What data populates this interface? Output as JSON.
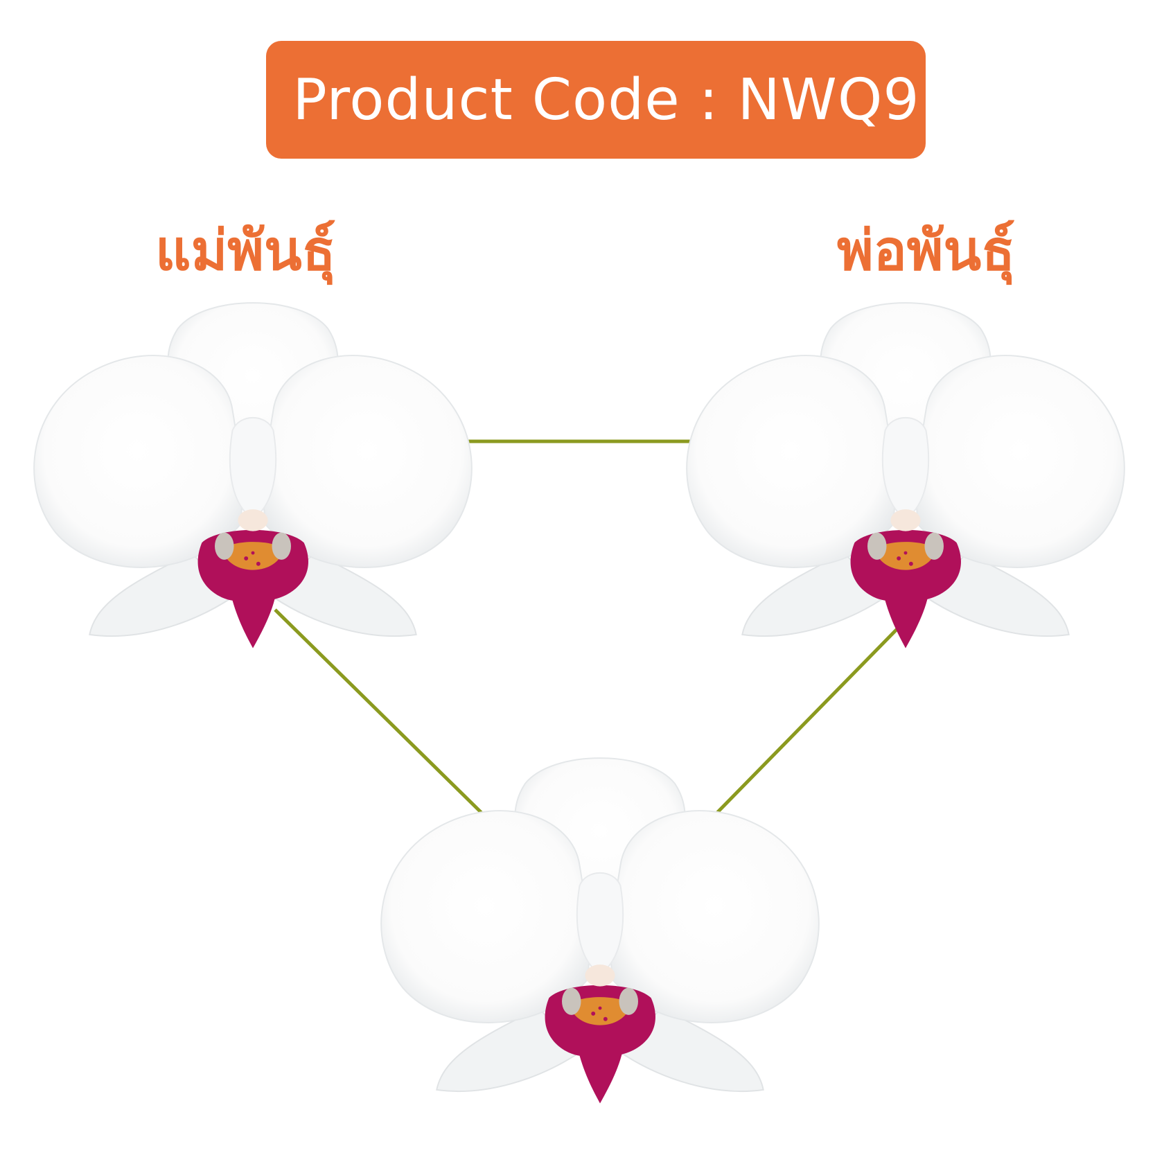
{
  "banner": {
    "text": "Product Code : NWQ9"
  },
  "labels": {
    "mother": "แม่พันธุ์",
    "father": "พ่อพันธุ์"
  },
  "colors": {
    "accent": "#EC6F34",
    "connector": "#8B9A1F",
    "petal": "#FFFFFF",
    "petal_shade": "#E9ECEE",
    "lip": "#B0105A",
    "column": "#F6E7DC",
    "center_spots": "#E9A22A"
  },
  "nodes": [
    {
      "role": "mother",
      "icon": "white-orchid-flower"
    },
    {
      "role": "father",
      "icon": "white-orchid-flower"
    },
    {
      "role": "offspring",
      "icon": "white-orchid-flower"
    }
  ]
}
